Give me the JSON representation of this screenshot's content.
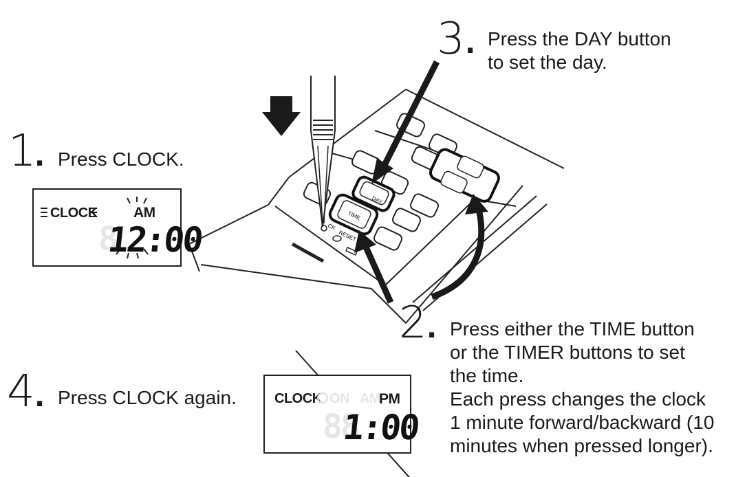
{
  "steps": {
    "s1": {
      "number": "1",
      "text": "Press CLOCK."
    },
    "s2": {
      "number": "2",
      "lines": [
        "Press either the TIME button",
        "or the TIMER buttons to set",
        "the time.",
        "Each press changes the clock",
        "1 minute forward/backward (10",
        "minutes when pressed longer)."
      ]
    },
    "s3": {
      "number": "3",
      "lines": [
        "Press the DAY button",
        "to set the day."
      ]
    },
    "s4": {
      "number": "4",
      "text": "Press CLOCK again."
    }
  },
  "lcd1": {
    "clock_label": "CLOCK",
    "ampm": "AM",
    "time": "12:00"
  },
  "lcd2": {
    "clock_label": "CLOCK",
    "on_label": "ON",
    "am_label": "AM",
    "pm_label": "PM",
    "time": "1:00"
  },
  "remote": {
    "day_label": "DAY",
    "time_label": "TIME",
    "reset_label": "RESET",
    "clock_label": "CK"
  },
  "colors": {
    "ink": "#1a1a1a",
    "ghost_segments": "#e6e6e6"
  }
}
